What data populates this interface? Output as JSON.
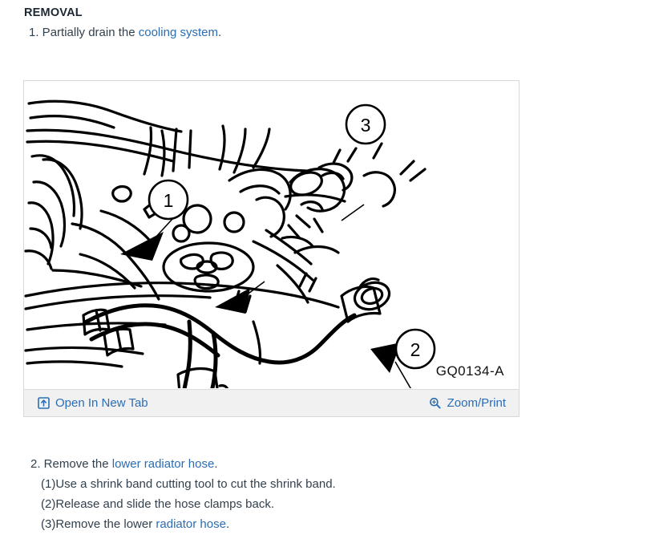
{
  "document": {
    "section_heading": "REMOVAL",
    "steps_top": [
      {
        "number": "1.",
        "text_before": " Partially drain the ",
        "link_text": "cooling system",
        "text_after": "."
      }
    ],
    "steps_bottom": [
      {
        "number": "2.",
        "text_before": " Remove the ",
        "link_text": "lower radiator hose",
        "text_after": "."
      }
    ],
    "substeps": [
      {
        "marker": "(1)",
        "text_before": "Use a shrink band cutting tool to cut the shrink band.",
        "link_text": "",
        "text_after": ""
      },
      {
        "marker": "(2)",
        "text_before": "Release and slide the hose clamps back.",
        "link_text": "",
        "text_after": ""
      },
      {
        "marker": "(3)",
        "text_before": "Remove the lower ",
        "link_text": "radiator hose",
        "text_after": "."
      }
    ]
  },
  "figure": {
    "part_code": "GQ0134-A",
    "callouts": [
      {
        "label": "1"
      },
      {
        "label": "3"
      },
      {
        "label": "2"
      }
    ],
    "toolbar": {
      "open_new_tab_label": "Open In New Tab",
      "open_new_tab_icon": "open-in-new-tab-icon",
      "zoom_print_label": "Zoom/Print",
      "zoom_print_icon": "magnifier-plus-icon"
    }
  },
  "colors": {
    "link": "#2a6db5",
    "text": "#33404d",
    "heading": "#1b2733",
    "panel_border": "#d8d8d8",
    "toolbar_bg": "#f1f1f1",
    "line_art": "#000000"
  }
}
